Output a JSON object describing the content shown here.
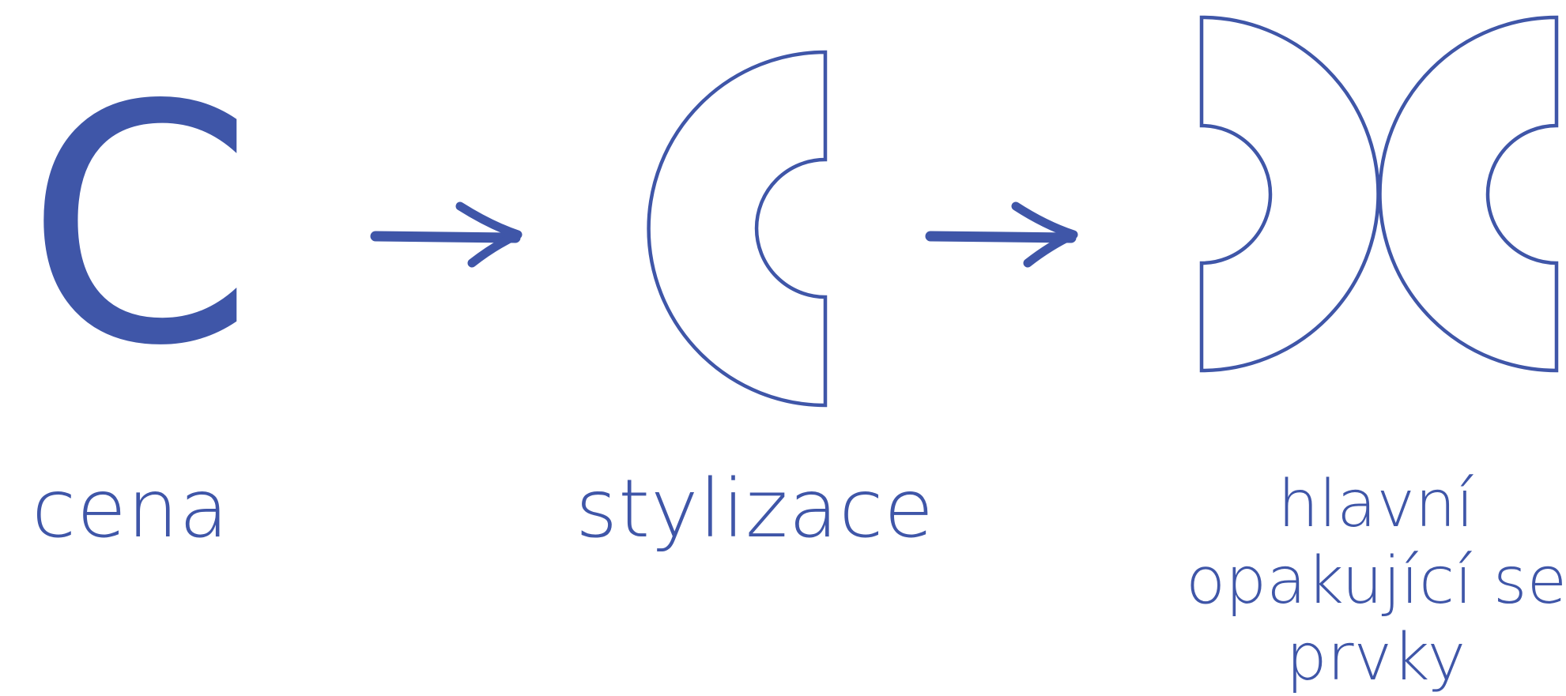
{
  "colors": {
    "primary": "#3F56A8",
    "background": "#FFFFFF"
  },
  "steps": [
    {
      "letter": "C",
      "caption": "cena"
    },
    {
      "caption": "stylizace"
    },
    {
      "caption_lines": [
        "hlavní",
        "opakující se",
        "prvky"
      ]
    }
  ],
  "arrows": [
    "arrow-right-icon",
    "arrow-right-icon"
  ]
}
